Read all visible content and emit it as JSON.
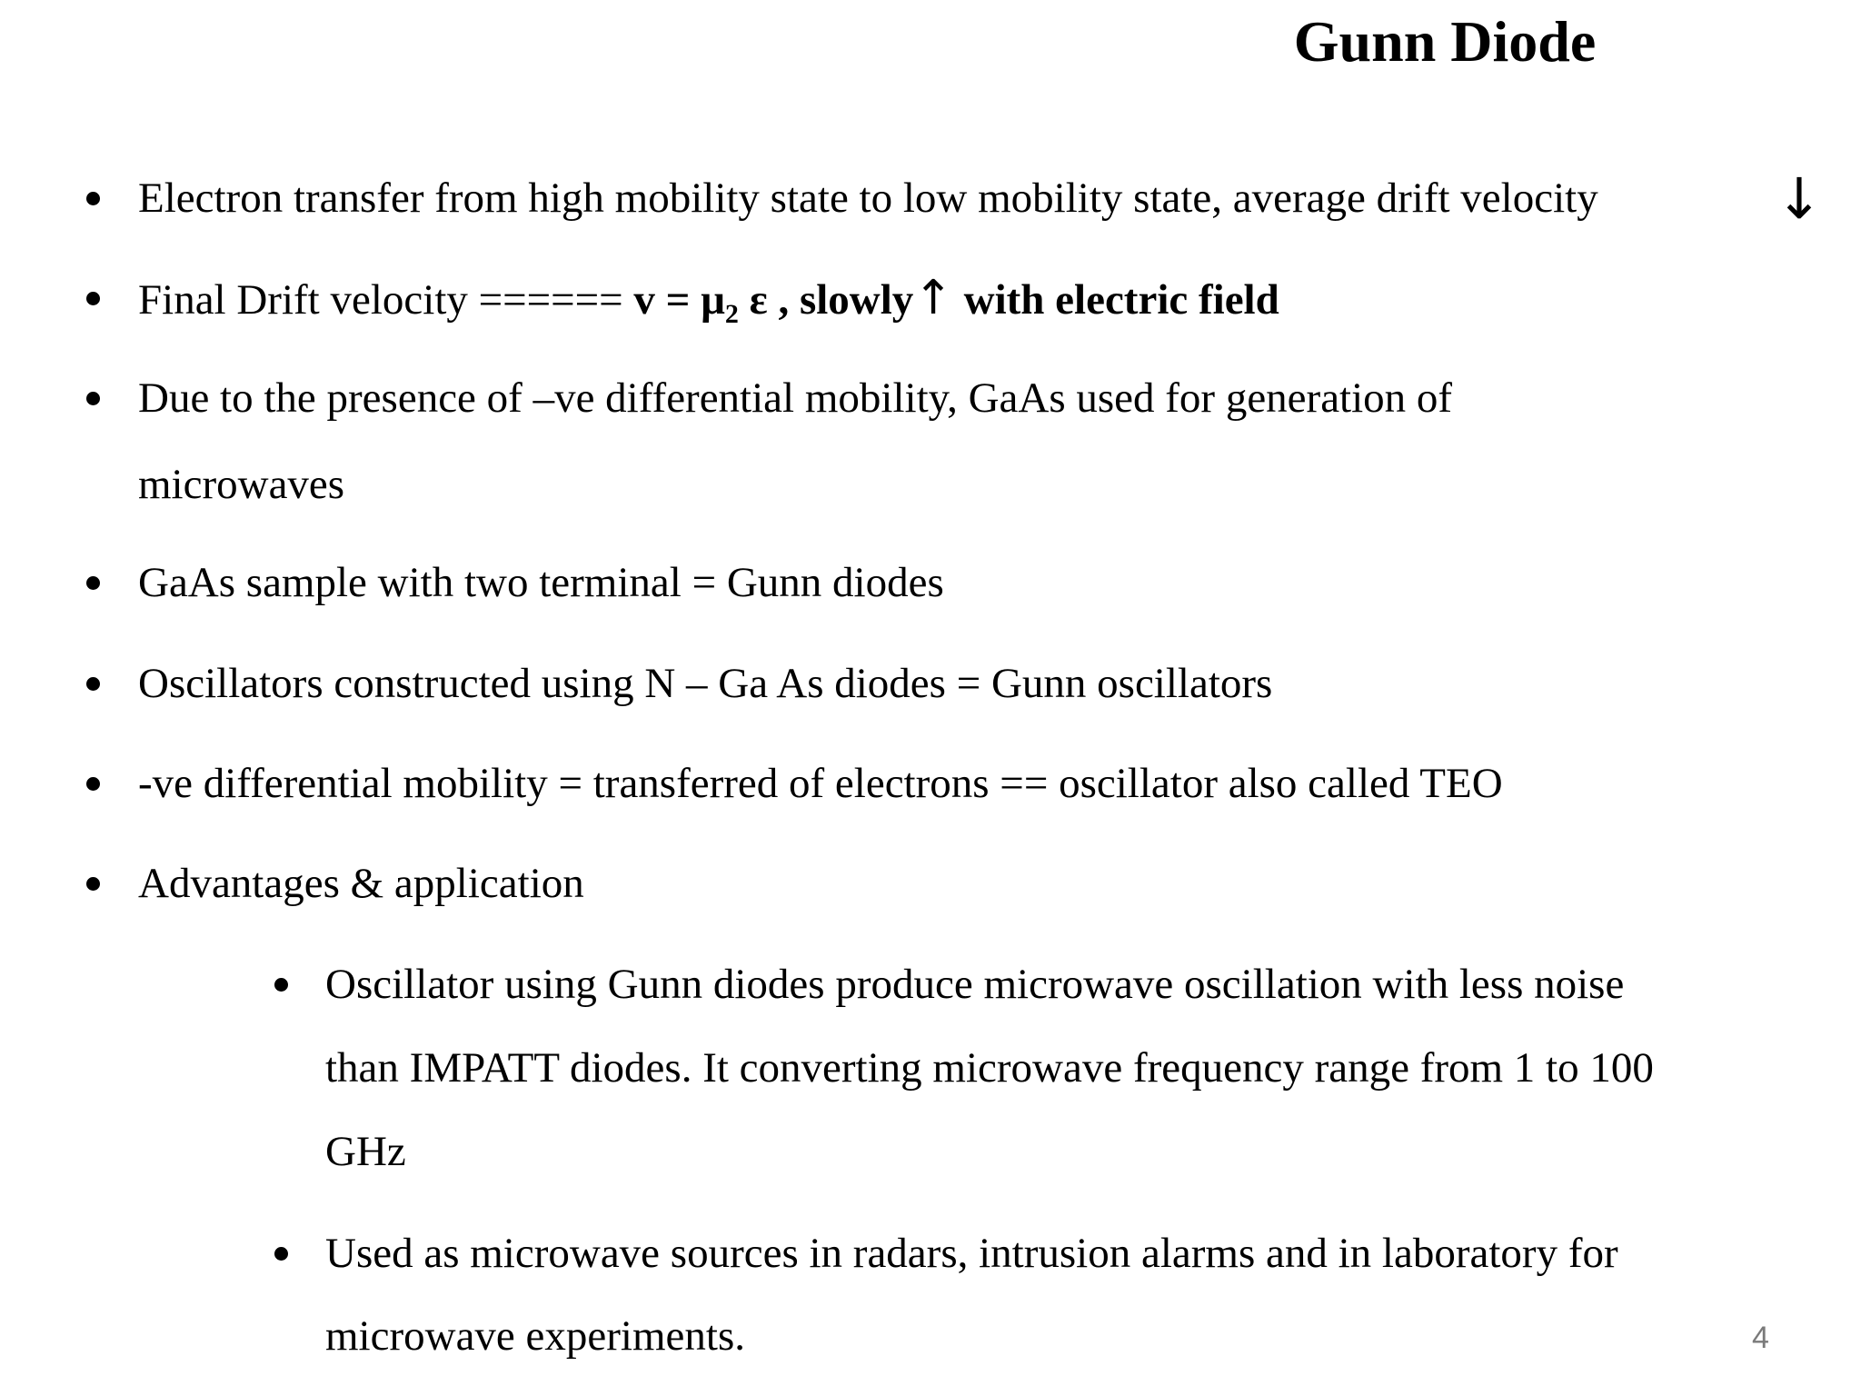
{
  "title": "Gunn Diode",
  "bullets": [
    {
      "text": " Electron transfer from high mobility state to low mobility state, average drift velocity",
      "arrow_icon": "arrow-down-icon",
      "arrow": "↓"
    },
    {
      "prefix": "Final Drift velocity  ======  ",
      "formula_v": "v = μ",
      "formula_sub": "2",
      "formula_rest": " ε  ,    slowly",
      "arrow_icon": "arrow-up-icon",
      "arrow": "↑",
      "suffix": " with electric field"
    },
    {
      "line1": "Due to the presence of –ve differential mobility, GaAs used  for generation of",
      "line2": "microwaves"
    },
    {
      "text": " GaAs sample with two terminal = Gunn diodes"
    },
    {
      "text": "Oscillators constructed using N – Ga As diodes = Gunn oscillators"
    },
    {
      "text": "-ve differential mobility = transferred of electrons == oscillator also called TEO"
    },
    {
      "text": "Advantages & application"
    }
  ],
  "sub_bullets": [
    {
      "line1": "Oscillator using Gunn diodes produce microwave oscillation with less noise",
      "line2": "than IMPATT diodes. It converting microwave frequency range from 1 to 100",
      "line3": "GHz"
    },
    {
      "line1": "Used as microwave sources in radars, intrusion alarms and in laboratory for",
      "line2": "microwave experiments."
    }
  ],
  "page_number": "4"
}
